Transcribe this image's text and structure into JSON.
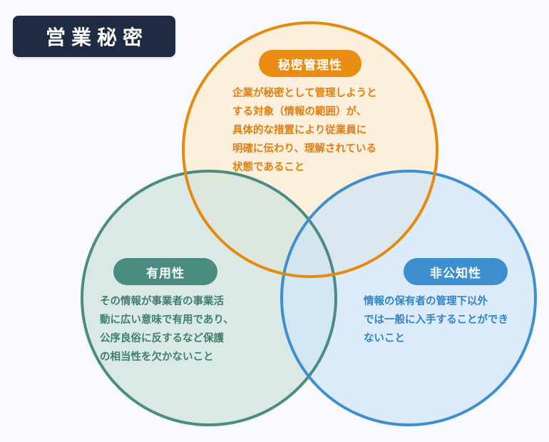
{
  "title": "営業秘密",
  "circles": {
    "secrecy": {
      "label": "秘密管理性",
      "lines": [
        "企業が秘密として管理しようと",
        "する対象（情報の範囲）が、",
        "具体的な措置により従業員に",
        "明確に伝わり、理解されている",
        "状態であること"
      ],
      "stroke": "#e58a0e",
      "fill": "#fdebd2"
    },
    "usefulness": {
      "label": "有用性",
      "lines": [
        "その情報が事業者の事業活",
        "動に広い意味で有用であり、",
        "公序良俗に反するなど保護",
        "の相当性を欠かないこと"
      ],
      "stroke": "#4a8c7f",
      "fill": "#cfe3dd"
    },
    "non_public": {
      "label": "非公知性",
      "lines": [
        "情報の保有者の管理下以外",
        "では一般に入手することができ",
        "ないこと"
      ],
      "stroke": "#3d8fd0",
      "fill": "#cfe6f8"
    }
  }
}
